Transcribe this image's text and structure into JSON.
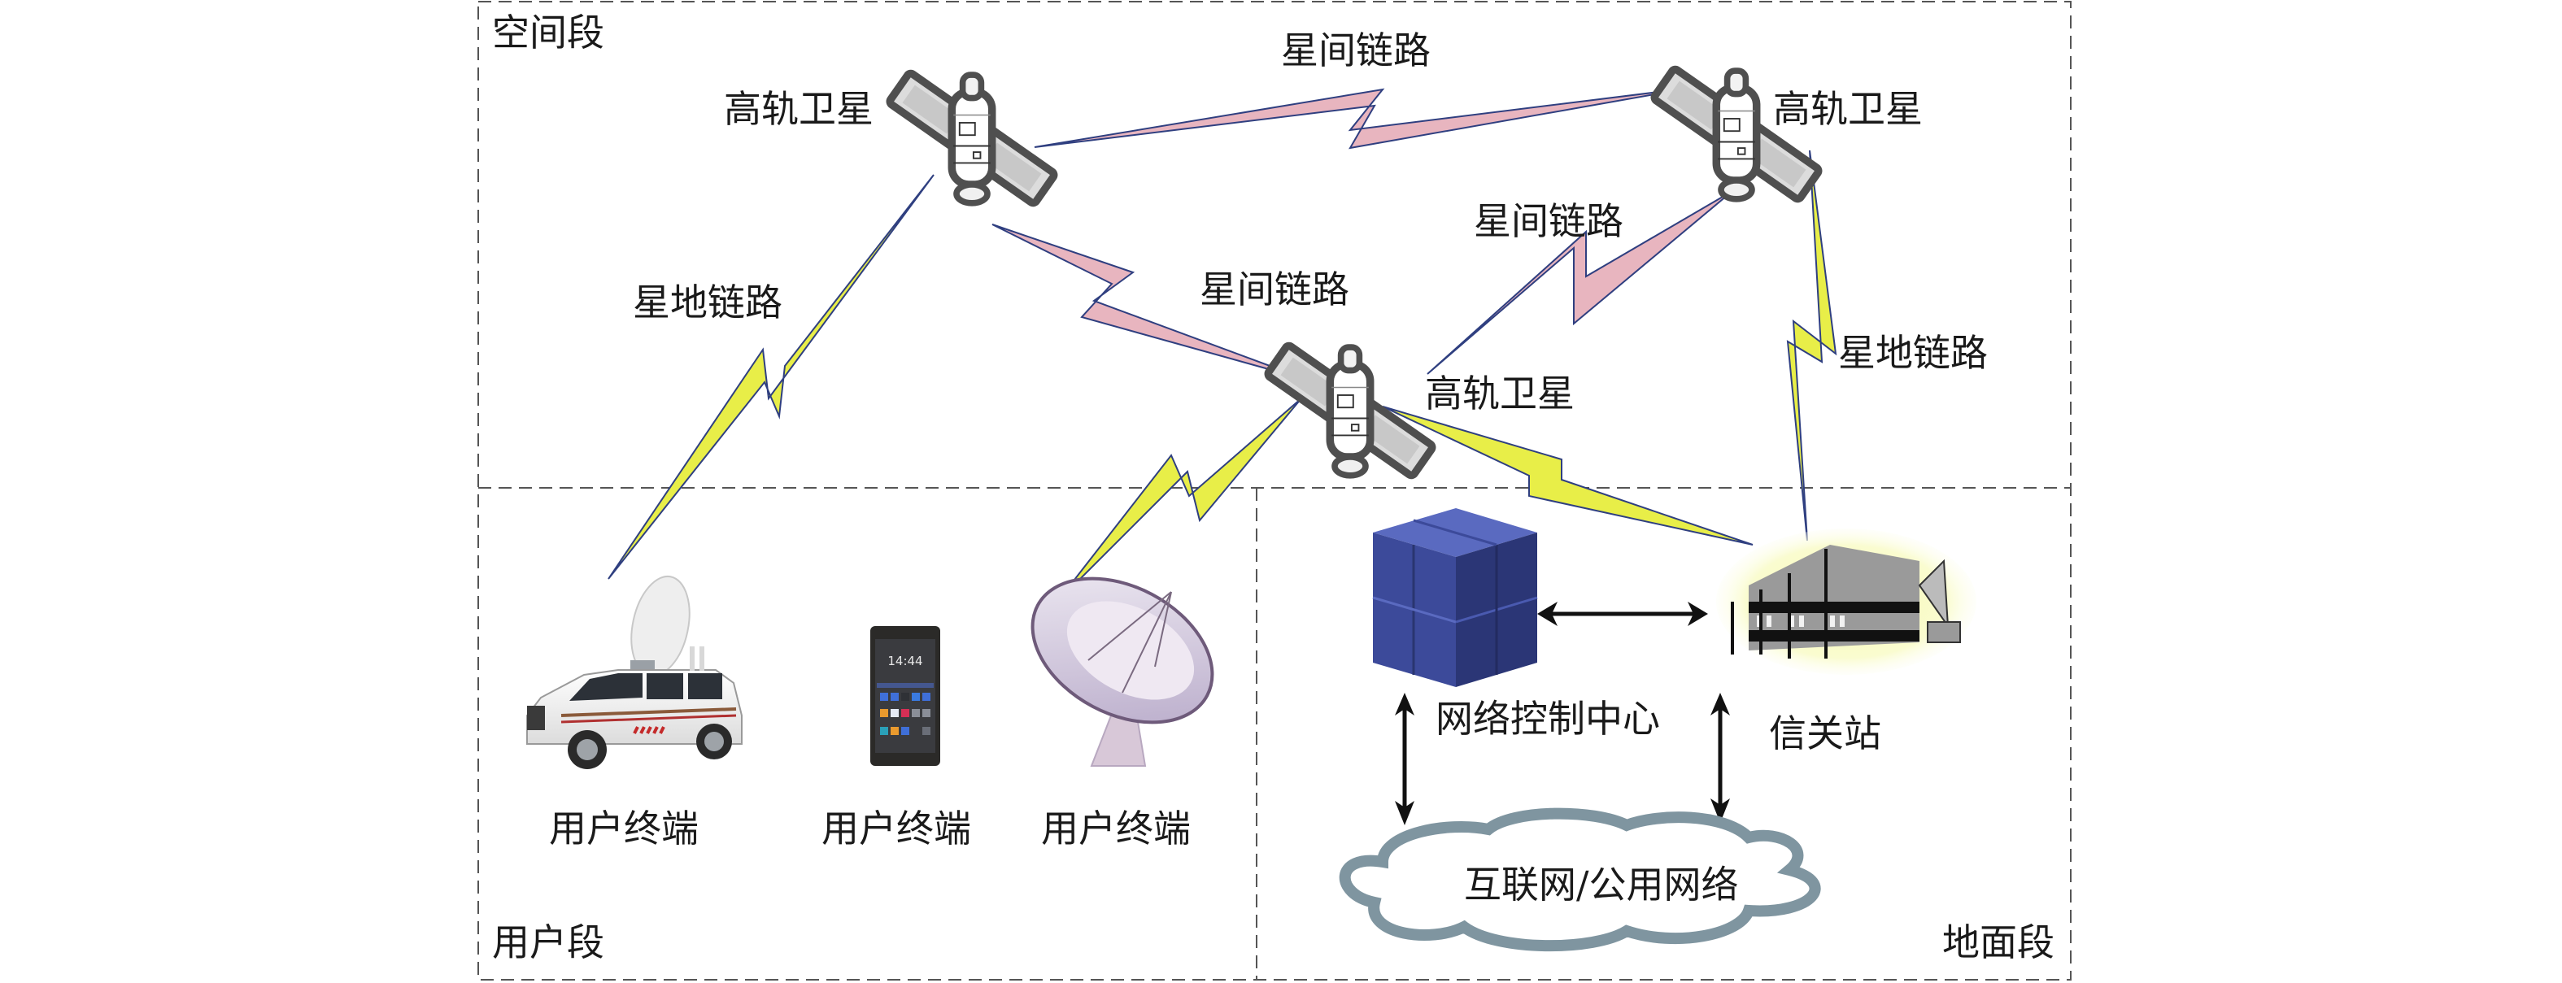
{
  "segments": {
    "space": "空间段",
    "user": "用户段",
    "ground": "地面段"
  },
  "satellites": [
    {
      "id": "geo-1",
      "label": "高轨卫星"
    },
    {
      "id": "geo-2",
      "label": "高轨卫星"
    },
    {
      "id": "geo-3",
      "label": "高轨卫星"
    }
  ],
  "links": {
    "isl_top": "星间链路",
    "isl_mid": "星间链路",
    "isl_right": "星间链路",
    "sgl_left": "星地链路",
    "sgl_right": "星地链路"
  },
  "user_terminals": [
    {
      "type": "vehicle-terminal",
      "label": "用户终端"
    },
    {
      "type": "handheld-terminal",
      "label": "用户终端",
      "screen_time": "14:44"
    },
    {
      "type": "dish-terminal",
      "label": "用户终端"
    }
  ],
  "ground": {
    "ncc_label": "网络控制中心",
    "gateway_label": "信关站",
    "network_label": "互联网/公用网络"
  },
  "colors": {
    "isl_fill": "#e8b5bf",
    "sgl_fill": "#e8ee48",
    "link_outline": "#2f3f80",
    "ncc_blue": "#3d4c9c",
    "cloud_outline": "#7f95a0",
    "divider": "#555555"
  }
}
